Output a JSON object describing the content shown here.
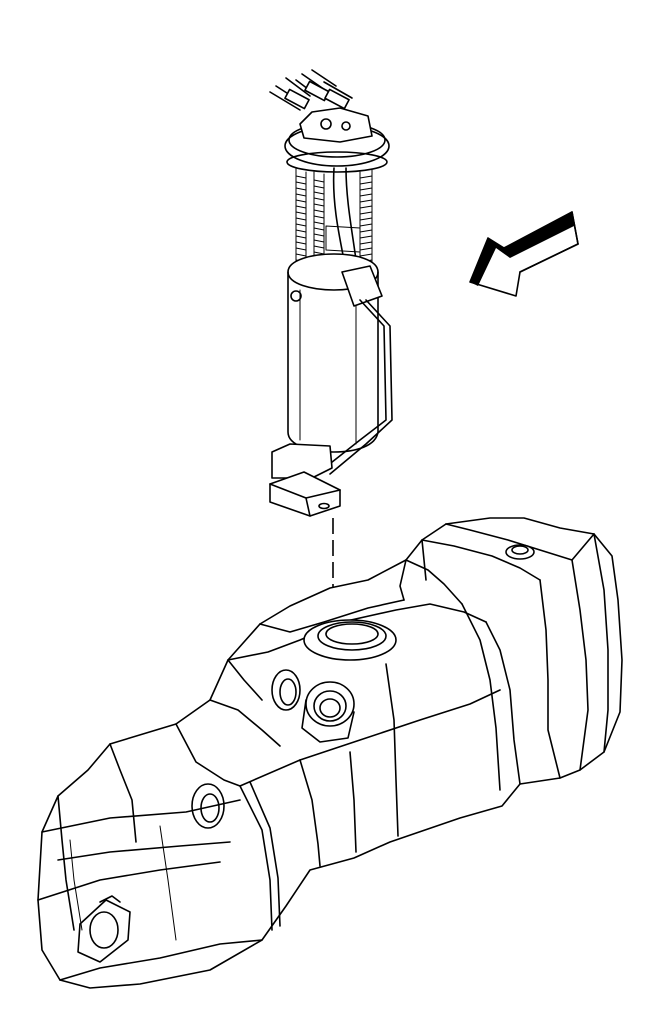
{
  "figure": {
    "background": "#ffffff",
    "line_color": "#000000",
    "parts": [
      {
        "name": "fuel-pump-module",
        "interactable": false
      },
      {
        "name": "fuel-tank",
        "interactable": false
      },
      {
        "name": "installation-direction-arrow",
        "interactable": false
      }
    ]
  }
}
